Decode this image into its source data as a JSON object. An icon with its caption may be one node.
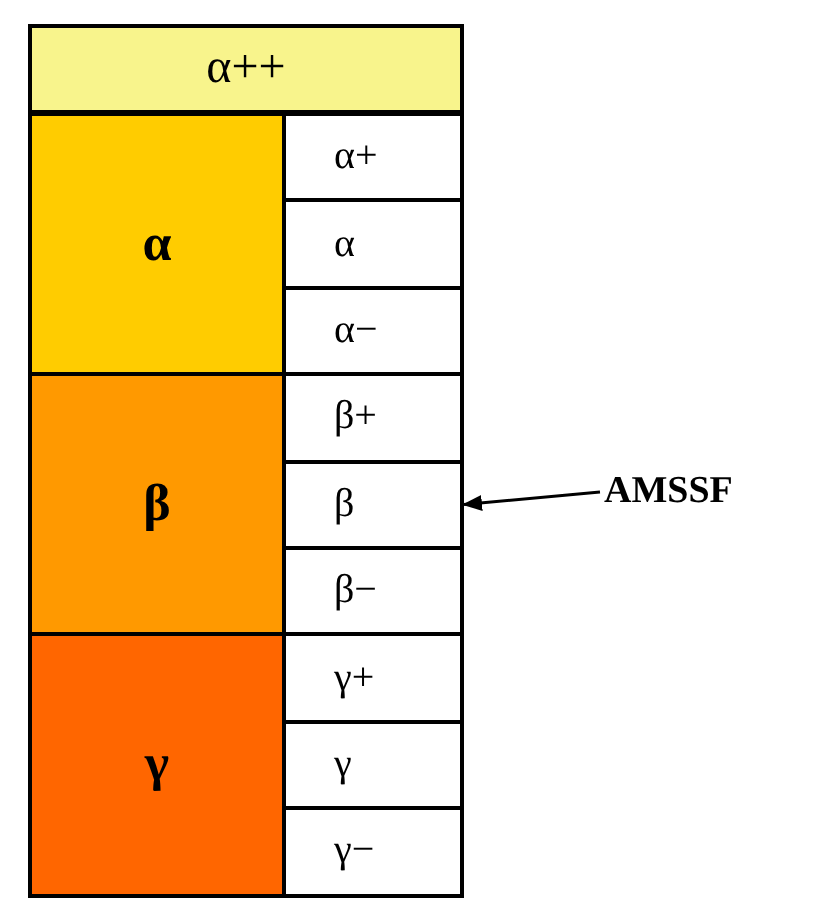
{
  "diagram": {
    "nodes": [
      {
        "text": [
          "α++"
        ]
      },
      {
        "text": [
          "α"
        ]
      },
      {
        "text": [
          "α+"
        ]
      },
      {
        "text": [
          "α"
        ]
      },
      {
        "text": [
          "α−"
        ]
      },
      {
        "text": [
          "β"
        ]
      },
      {
        "text": [
          "β+"
        ]
      },
      {
        "text": [
          "β"
        ]
      },
      {
        "text": [
          "β−"
        ]
      },
      {
        "text": [
          "γ"
        ]
      },
      {
        "text": [
          "γ+"
        ]
      },
      {
        "text": [
          "γ"
        ]
      },
      {
        "text": [
          "γ−"
        ]
      },
      {
        "text": [
          "AMSSF"
        ]
      }
    ],
    "edges": [
      {
        "from": 13,
        "to": 7,
        "arrow": "to"
      }
    ]
  }
}
